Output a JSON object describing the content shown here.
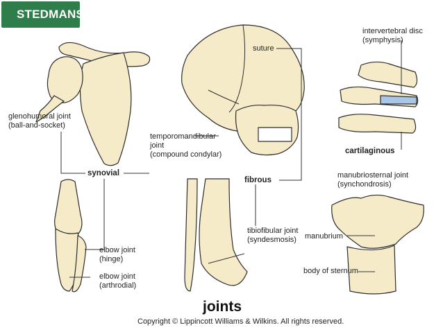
{
  "logo": {
    "text": "STEDMANS"
  },
  "labels": {
    "glenohumoral_line1": "glenohumoral joint",
    "glenohumoral_line2": "(ball-and-socket)",
    "synovial": "synovial",
    "temporomandibular_line1": "temporomandibular",
    "temporomandibular_line2": "joint",
    "temporomandibular_line3": "(compound condylar)",
    "suture": "suture",
    "fibrous": "fibrous",
    "intervertebral_line1": "intervertebral disc",
    "intervertebral_line2": "(symphysis)",
    "cartilaginous": "cartilaginous",
    "manubriosternal_line1": "manubriosternal joint",
    "manubriosternal_line2": "(synchondrosis)",
    "tibiofibular_line1": "tibiofibular joint",
    "tibiofibular_line2": "(syndesmosis)",
    "manubrium": "manubrium",
    "body_of_sternum": "body of sternum",
    "elbow_hinge_line1": "elbow joint",
    "elbow_hinge_line2": "(hinge)",
    "elbow_arthrodial_line1": "elbow joint",
    "elbow_arthrodial_line2": "(arthrodial)"
  },
  "title": "joints",
  "copyright": "Copyright © Lippincott Williams & Wilkins. All rights reserved.",
  "colors": {
    "bone": "#f6ebc8",
    "outline": "#2b2b2b",
    "disc": "#a9c6e8",
    "logo": "#2e7d4a",
    "leader": "#333333"
  }
}
